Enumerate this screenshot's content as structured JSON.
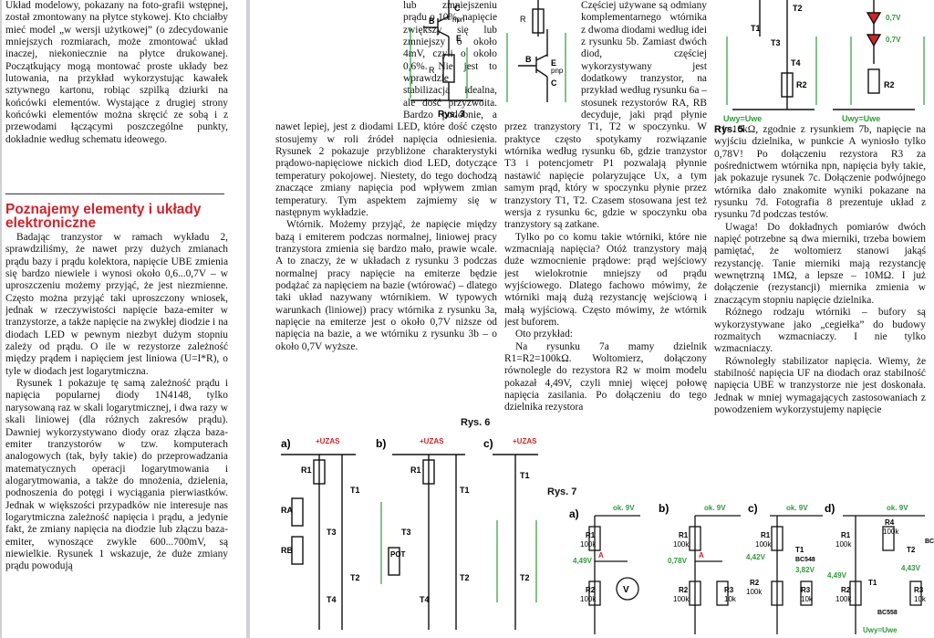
{
  "col1_top": [
    "Układ modelowy, pokazany na foto-grafii wstępnej, został zmontowany na płytce stykowej. Kto chciałby mieć model „w wersji użytkowej” (o zdecydowanie mniejszych rozmiarach, może zmontować układ inaczej, niekoniecznie na płytce drukowanej. Początkujący mogą montować proste układy bez lutowania, na przykład wykorzystując kawałek sztywnego kartonu, robiąc szpilką dziurki na końcówki elementów. Wystające z drugiej strony końcówki elementów można skręcić ze sobą i z przewodami łączącymi poszczególne punkty, dokładnie według schematu ideowego."
  ],
  "heading": "Poznajemy elementy i układy elektroniczne",
  "col1_bottom": [
    "Badając tranzystor w ramach wykładu 2, sprawdziliśmy, że nawet przy dużych zmianach prądu bazy i prądu kolektora, napięcie UBE zmienia się bardzo niewiele i wynosi około 0,6...0,7V – w uproszczeniu możemy przyjąć, że jest niezmienne. Często można przyjąć taki uproszczony wniosek, jednak w rzeczywistości napięcie baza-emiter w tranzystorze, a także napięcie na zwykłej diodzie i na diodach LED w pewnym niezbyt dużym stopniu zależy od prądu. O ile w rezystorze zależność między prądem i napięciem jest liniowa (U=I*R), o tyle w diodach jest logarytmiczna.",
    "Rysunek 1 pokazuje tę samą zależność prądu i napięcia popularnej diody 1N4148, tylko narysowaną raz w skali logarytmicznej, i dwa razy w skali liniowej (dla różnych zakresów prądu). Dawniej wykorzystywano diody oraz złącza baza-emiter tranzystorów w tzw. komputerach analogowych (tak, były takie) do przeprowadzania matematycznych operacji logarytmowania i alogarytmowania, a także do mnożenia, dzielenia, podnoszenia do potęgi i wyciągania pierwiastków. Jednak w większości przypadków nie interesuje nas logarytmiczna zależność napięcia i prądu, a jedynie fakt, że zmiany napięcia na diodzie lub złączu baza-emiter, wynoszące zwykle 600...700mV, są niewielkie. Rysunek 1 wskazuje, że duże zmiany prądu powodują"
  ],
  "col2": [
    "lub zmniejszeniu prądu o 10%, napięcie zwiększy się lub zmniejszy o około 4mV, czyli o około 0,6%. Nie jest to wprawdzie stabilizacja idealna, ale dość przyzwoita. Bardzo podobnie, a nawet lepiej, jest z diodami LED, które dość często stosujemy w roli źródeł napięcia odniesienia. Rysunek 2 pokazuje przybliżone charakterystyki prądowo-napięciowe nickich diod LED, dotyczące temperatury pokojowej. Niestety, do tego dochodzą znaczące zmiany napięcia pod wpływem zmian temperatury. Tym aspektem zajmiemy się w następnym wykładzie.",
    "Wtórnik. Możemy przyjąć, że napięcie między bazą i emiterem podczas normalnej, liniowej pracy tranzystora zmienia się bardzo mało, prawie wcale. A to znaczy, że w układach z rysunku 3 podczas normalnej pracy napięcie na emiterze będzie podążać za napięciem na bazie (wtórować) – dlatego taki układ nazywany wtórnikiem. W typowych warunkach (liniowej) pracy wtórnika z rysunku 3a, napięcie na emiterze jest o około 0,7V niższe od napięcia na bazie, a we wtórniku z rysunku 3b – o około 0,7V wyższe."
  ],
  "col3": [
    "Częściej używane są odmiany komplementarnego wtórnika z dwoma diodami według idei z rysunku 5b. Zamiast dwóch diod, częściej wykorzystywany jest dodatkowy tranzystor, na przykład według rysunku 6a – stosunek rezystorów RA, RB decyduje, jaki prąd płynie przez tranzystory T1, T2 w spoczynku. W praktyce często spotykamy rozwiązanie wtórnika według rysunku 6b, gdzie tranzystor T3 i potencjometr P1 pozwalają płynnie nastawić napięcie polaryzujące Ux, a tym samym prąd, który w spoczynku płynie przez tranzystory T1, T2. Czasem stosowana jest też wersja z rysunku 6c, gdzie w spoczynku oba tranzystory są zatkane.",
    "Tylko po co komu takie wtórniki, które nie wzmacniają napięcia? Otóż tranzystory mają duże wzmocnienie prądowe: prąd wejściowy jest wielokrotnie mniejszy od prądu wyjściowego. Dlatego fachowo mówimy, że wtórniki mają dużą rezystancję wejściową i małą wyjściową. Często mówimy, że wtórnik jest buforem.",
    "Oto przykład:",
    "Na rysunku 7a mamy dzielnik R1=R2=100kΩ. Woltomierz, dołączony równolegle do rezystora R2 w moim modelu pokazał 4,49V, czyli mniej więcej połowę napięcia zasilania. Po dołączeniu do tego dzielnika rezystora"
  ],
  "col4": [
    "R1=10kΩ, zgodnie z rysunkiem 7b, napięcie na wyjściu dzielnika, w punkcie A wyniosło tylko 0,78V! Po dołączeniu rezystora R3 za pośrednictwem wtórnika npn, napięcia były takie, jak pokazuje rysunek 7c. Dołączenie podwójnego wtórnika dało znakomite wyniki pokazane na rysunku 7d. Fotografia 8 prezentuje układ z rysunku 7d podczas testów.",
    "Uwaga! Do dokładnych pomiarów dwóch napięć potrzebne są dwa mierniki, trzeba bowiem pamiętać, że woltomierz stanowi jakąś rezystancję. Tanie mierniki mają rezystancję wewnętrzną 1MΩ, a lepsze – 10MΩ. I już dołączenie (rezystancji) miernika zmienia w znaczącym stopniu napięcie dzielnika.",
    "Różnego rodzaju wtórniki – bufory są wykorzystywane jako „cegiełka” do budowy rozmaitych wzmacniaczy. I nie tylko wzmacniaczy.",
    "Równoległy stabilizator napięcia. Wiemy, że stabilność napięcia UF na diodach oraz stabilność napięcia UBE w tranzystorze nie jest doskonała. Jednak w mniej wymagających zastosowaniach z powodzeniem wykorzystujemy napięcie"
  ],
  "fig_labels": {
    "rys3": "Rys. 3",
    "rys5": "Rys. 5",
    "rys6": "Rys. 6",
    "rys7": "Rys. 7",
    "uzas": "+UZAS",
    "ok9v": "ok. 9V",
    "v449": "4,49V",
    "v078": "0,78V",
    "v442": "4,42V",
    "v382": "3,82V",
    "v443": "4,43V",
    "bc548": "BC548",
    "bc558": "BC558",
    "r100k": "100k",
    "r10k": "10k",
    "uwy_uwe": "Uwy=Uwe",
    "diode07": "0,7V"
  }
}
